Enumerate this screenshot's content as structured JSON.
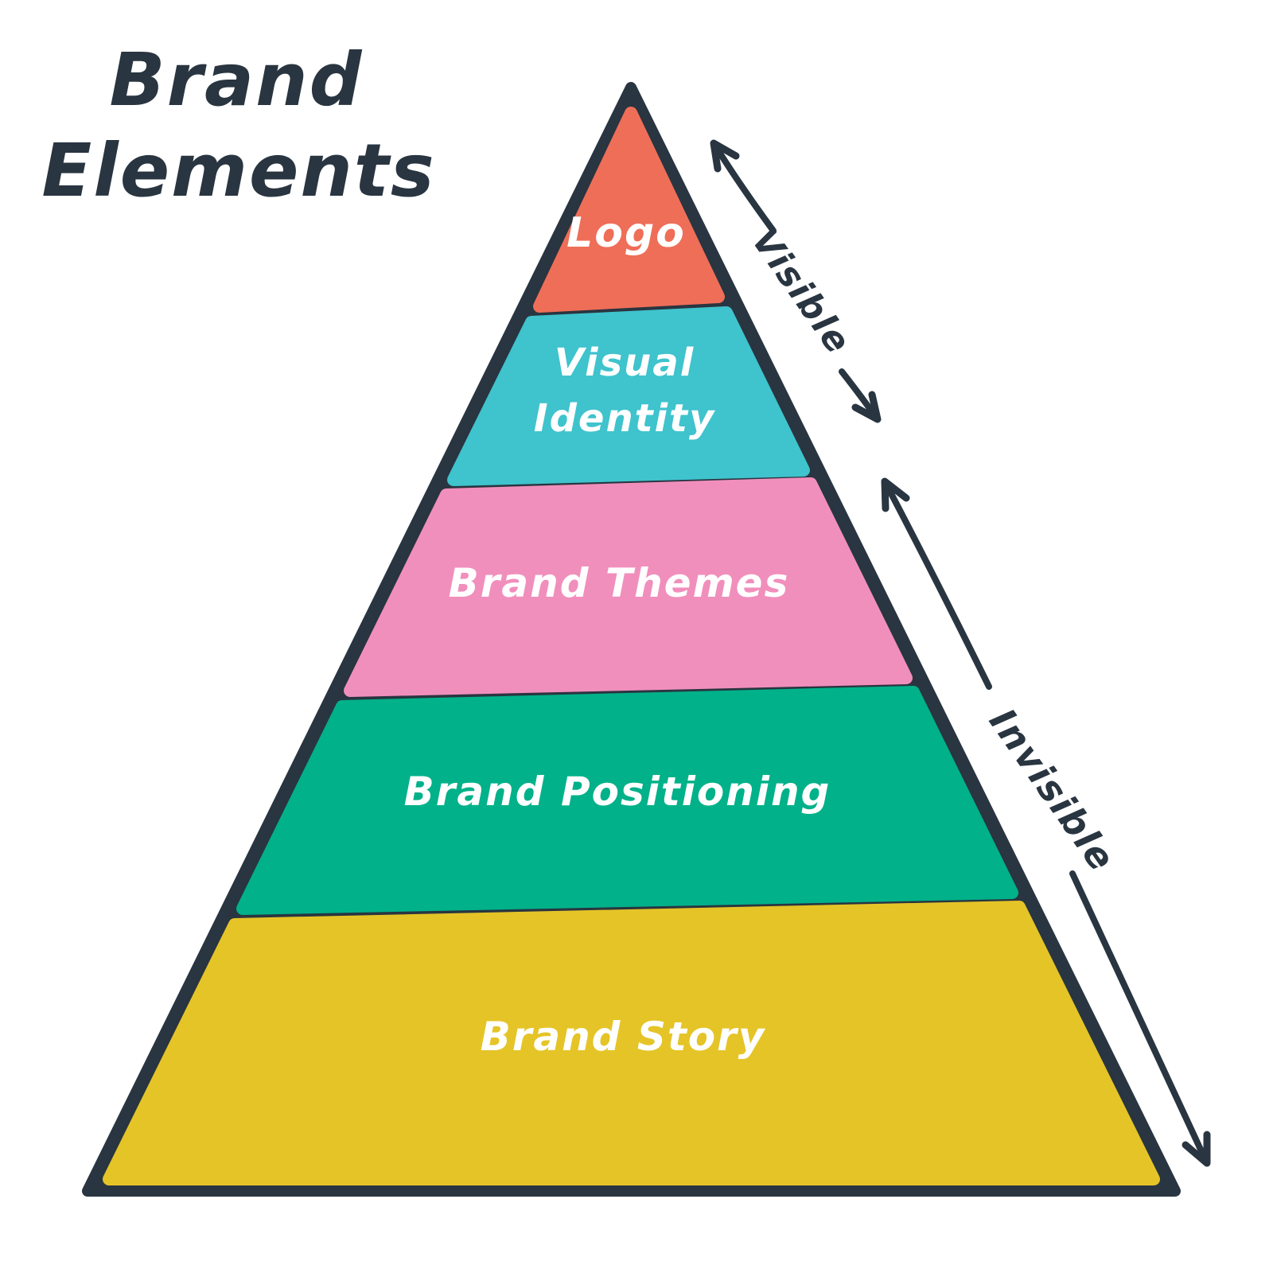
{
  "background": "#FFFFFF",
  "ink_color": "#293540",
  "title": {
    "line1": "Brand",
    "line2": "Elements"
  },
  "pyramid": {
    "type": "pyramid",
    "label_color": "#FFFFFF",
    "outline_color": "#293540",
    "layers": [
      {
        "label": "Logo",
        "color": "#EF6E58",
        "visibility": "Visible"
      },
      {
        "label": "Visual Identity",
        "lines": [
          "Visual",
          "Identity"
        ],
        "color": "#3FC3CD",
        "visibility": "Visible"
      },
      {
        "label": "Brand Themes",
        "color": "#F18FBC",
        "visibility": "Invisible"
      },
      {
        "label": "Brand Positioning",
        "color": "#00B189",
        "visibility": "Invisible"
      },
      {
        "label": "Brand Story",
        "color": "#E5C427",
        "visibility": "Invisible"
      }
    ]
  },
  "annotations": {
    "visible": {
      "label": "Visible"
    },
    "invisible": {
      "label": "Invisible"
    }
  }
}
